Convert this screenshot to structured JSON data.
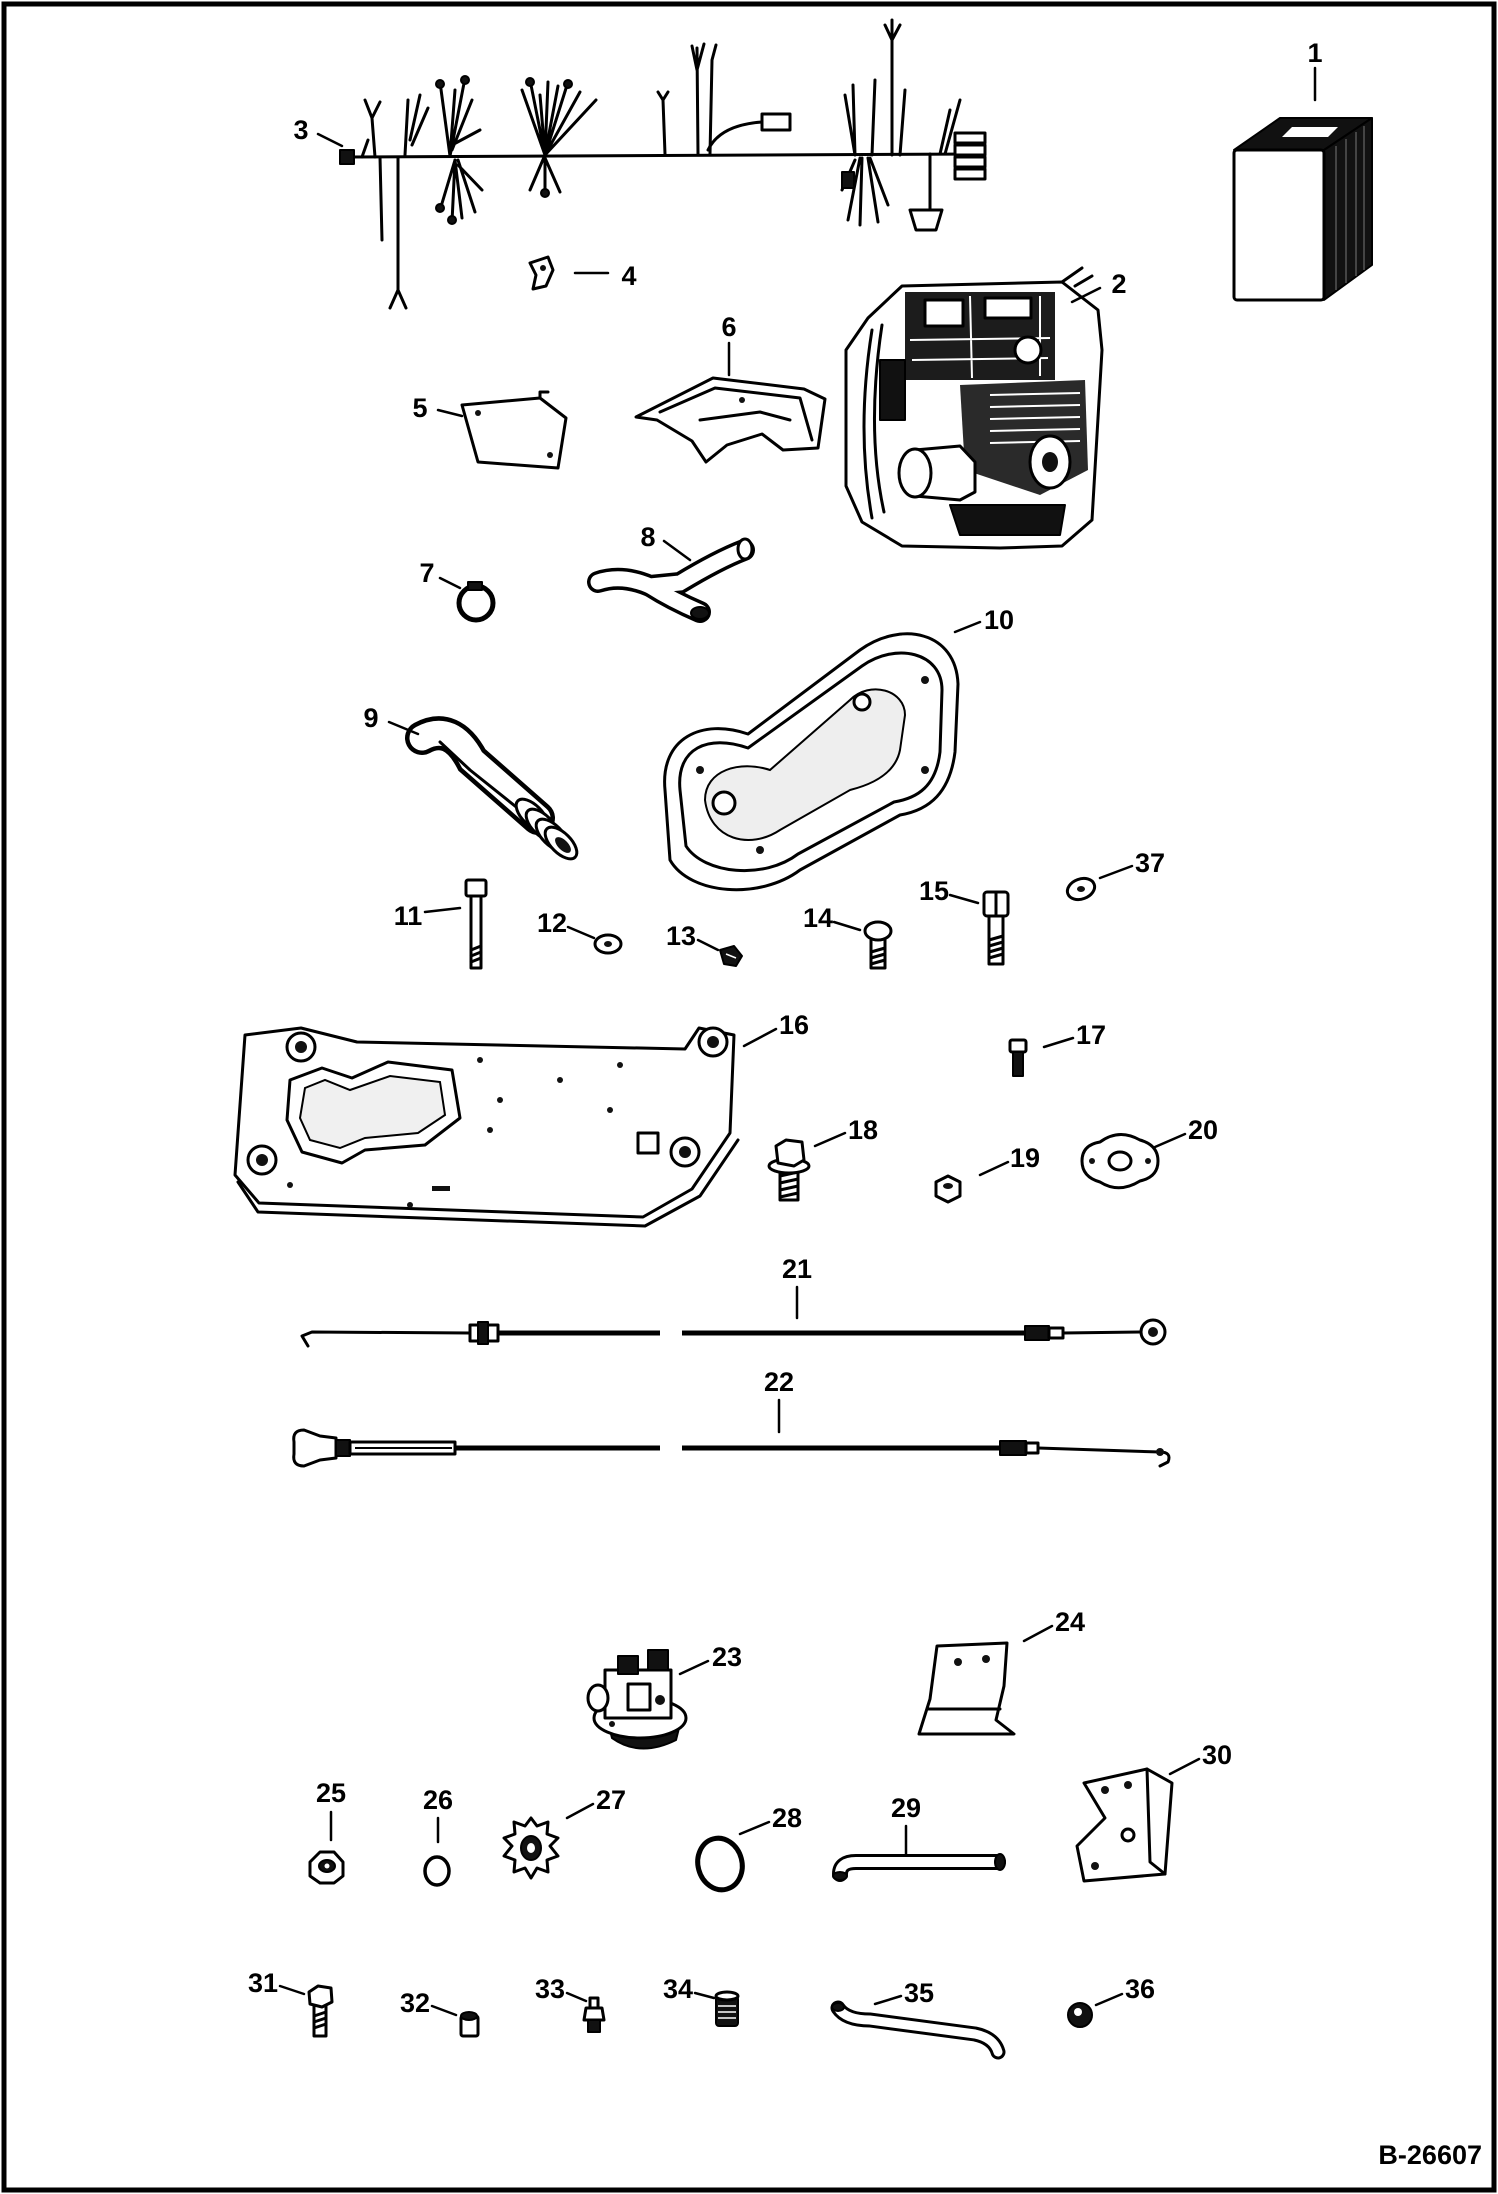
{
  "callouts": [
    "1",
    "2",
    "3",
    "4",
    "5",
    "6",
    "7",
    "8",
    "9",
    "10",
    "11",
    "12",
    "13",
    "14",
    "15",
    "16",
    "17",
    "18",
    "19",
    "20",
    "21",
    "22",
    "23",
    "24",
    "25",
    "26",
    "27",
    "28",
    "29",
    "30",
    "31",
    "32",
    "33",
    "34",
    "35",
    "36",
    "37"
  ],
  "figure_id": "B-26607",
  "colors": {
    "ink": "#000000",
    "paper": "#ffffff",
    "fill_dark": "#111111"
  }
}
